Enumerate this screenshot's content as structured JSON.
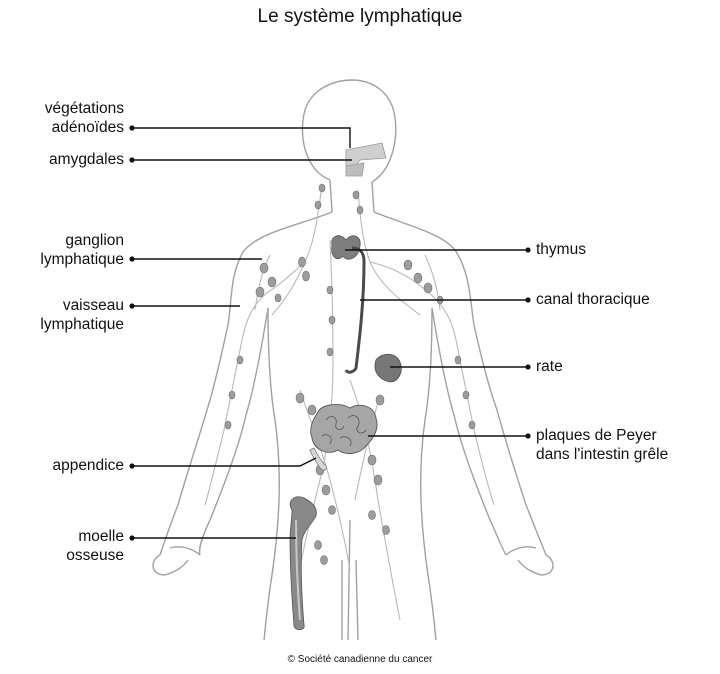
{
  "title": "Le système lymphatique",
  "labels_left": [
    {
      "id": "vegetations",
      "lines": [
        "végétations",
        "adénoïdes"
      ]
    },
    {
      "id": "amygdales",
      "lines": [
        "amygdales"
      ]
    },
    {
      "id": "ganglion",
      "lines": [
        "ganglion",
        "lymphatique"
      ]
    },
    {
      "id": "vaisseau",
      "lines": [
        "vaisseau",
        "lymphatique"
      ]
    },
    {
      "id": "appendice",
      "lines": [
        "appendice"
      ]
    },
    {
      "id": "moelle",
      "lines": [
        "moelle",
        "osseuse"
      ]
    }
  ],
  "labels_right": [
    {
      "id": "thymus",
      "lines": [
        "thymus"
      ]
    },
    {
      "id": "canal",
      "lines": [
        "canal thoracique"
      ]
    },
    {
      "id": "rate",
      "lines": [
        "rate"
      ]
    },
    {
      "id": "peyer",
      "lines": [
        "plaques de Peyer",
        "dans l'intestin grêle"
      ]
    }
  ],
  "credit": "© Société canadienne du cancer",
  "colors": {
    "outline": "#9a9a9a",
    "node": "#9c9c9c",
    "organ": "#7a7a7a",
    "line": "#111111"
  }
}
